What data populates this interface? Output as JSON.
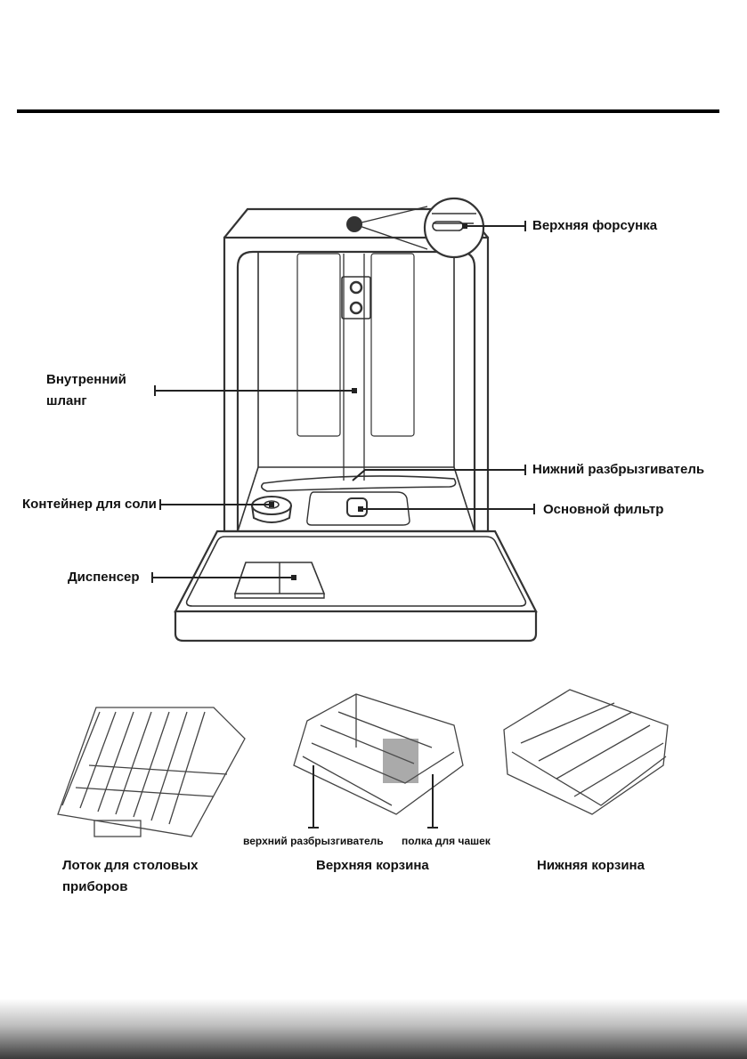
{
  "header": {
    "rule": "horizontal-divider"
  },
  "diagram": {
    "callouts": {
      "top_spray": "Верхняя форсунка",
      "inner_hose_line1": "Внутренний",
      "inner_hose_line2": "шланг",
      "lower_spray_arm": "Нижний разбрызгиватель",
      "salt_container": "Контейнер для соли",
      "main_filter": "Основной фильтр",
      "dispenser": "Диспенсер"
    }
  },
  "accessories": {
    "upper_spray_arm": "верхний разбрызгиватель",
    "cup_shelf": "полка для чашек",
    "cutlery_tray_line1": "Лоток для столовых",
    "cutlery_tray_line2": "приборов",
    "upper_basket": "Верхняя корзина",
    "lower_basket": "Нижняя корзина"
  }
}
